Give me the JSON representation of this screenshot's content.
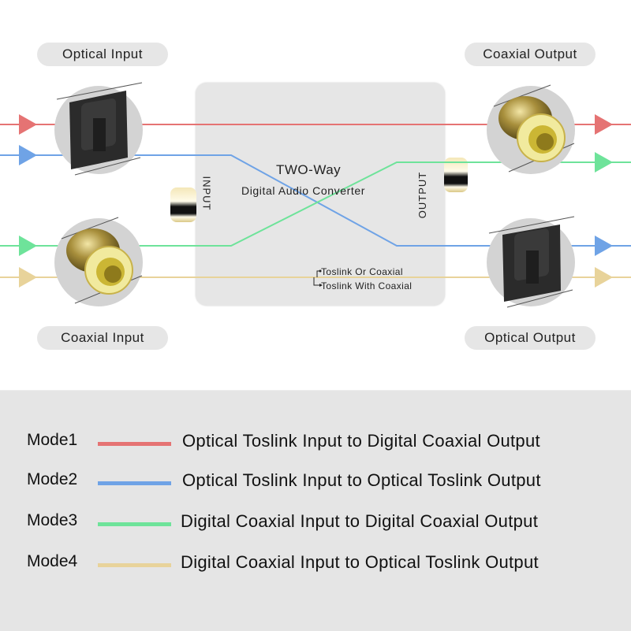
{
  "labels": {
    "optical_input": "Optical Input",
    "coaxial_input": "Coaxial Input",
    "coaxial_output": "Coaxial Output",
    "optical_output": "Optical Output"
  },
  "device": {
    "title": "TWO-Way",
    "subtitle": "Digital Audio Converter",
    "input_label": "INPUT",
    "output_label": "OUTPUT",
    "note_1": "Toslink Or Coaxial",
    "note_2": "Toslink With Coaxial"
  },
  "connectors": [
    {
      "name": "optical-input-port",
      "type": "optical-toslink-icon"
    },
    {
      "name": "coaxial-input-port",
      "type": "rca-coaxial-icon"
    },
    {
      "name": "coaxial-output-port",
      "type": "rca-coaxial-icon"
    },
    {
      "name": "optical-output-port",
      "type": "optical-toslink-icon"
    }
  ],
  "modes": [
    {
      "label": "Mode1",
      "description": "Optical Toslink Input to Digital Coaxial Output",
      "color": "#e57373",
      "from": "Optical Input",
      "to": "Coaxial Output"
    },
    {
      "label": "Mode2",
      "description": "Optical Toslink Input to Optical Toslink Output",
      "color": "#6fa3e6",
      "from": "Optical Input",
      "to": "Optical Output"
    },
    {
      "label": "Mode3",
      "description": "Digital Coaxial Input to Digital Coaxial Output",
      "color": "#6ee39a",
      "from": "Coaxial Input",
      "to": "Coaxial Output"
    },
    {
      "label": "Mode4",
      "description": "Digital Coaxial Input to Optical Toslink Output",
      "color": "#e8d39a",
      "from": "Coaxial Input",
      "to": "Optical Output"
    }
  ]
}
